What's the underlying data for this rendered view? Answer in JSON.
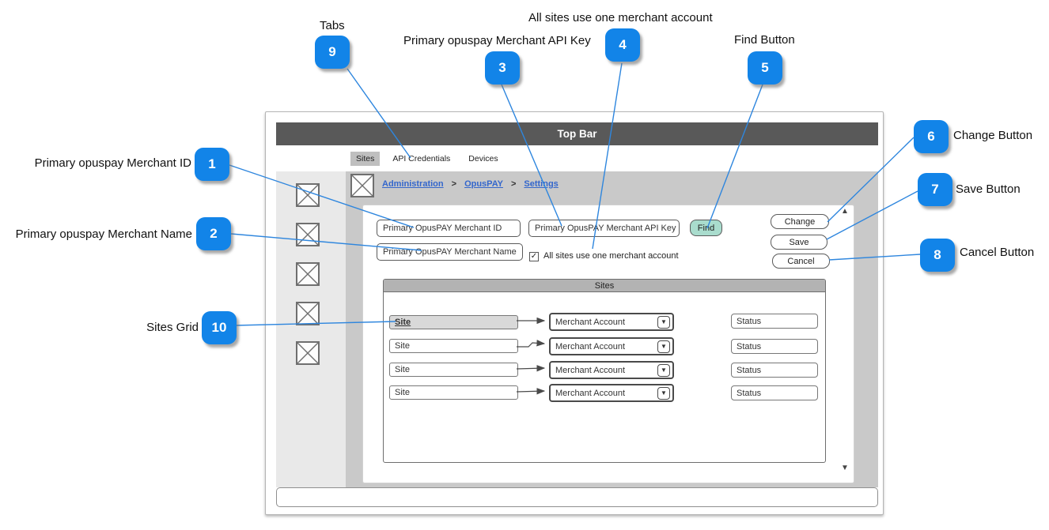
{
  "callouts": [
    {
      "number": "1",
      "label": "Primary opuspay Merchant ID"
    },
    {
      "number": "2",
      "label": "Primary opuspay Merchant Name"
    },
    {
      "number": "3",
      "label": "Primary opuspay Merchant API Key"
    },
    {
      "number": "4",
      "label": "All sites use one merchant account"
    },
    {
      "number": "5",
      "label": "Find Button"
    },
    {
      "number": "6",
      "label": "Change Button"
    },
    {
      "number": "7",
      "label": "Save Button"
    },
    {
      "number": "8",
      "label": "Cancel Button"
    },
    {
      "number": "9",
      "label": "Tabs"
    },
    {
      "number": "10",
      "label": "Sites Grid"
    }
  ],
  "window": {
    "top_bar_title": "Top Bar",
    "tabs": [
      {
        "label": "Sites",
        "selected": true
      },
      {
        "label": "API Credentials",
        "selected": false
      },
      {
        "label": "Devices",
        "selected": false
      }
    ],
    "breadcrumb": {
      "items": [
        "Administration",
        "OpusPAY",
        "Settings"
      ],
      "separator": ">"
    },
    "form": {
      "merchant_id_text": "Primary OpusPAY Merchant ID",
      "merchant_api_key_text": "Primary OpusPAY Merchant API Key",
      "merchant_name_text": "Primary OpusPAY Merchant Name",
      "find_label": "Find",
      "checkbox_label": "All sites use one merchant account",
      "checkbox_checked": true,
      "checkbox_glyph": "✓",
      "change_label": "Change",
      "save_label": "Save",
      "cancel_label": "Cancel"
    },
    "grid": {
      "title": "Sites",
      "rows": [
        {
          "site": "Site",
          "account": "Merchant Account",
          "status": "Status",
          "selected": true
        },
        {
          "site": "Site",
          "account": "Merchant Account",
          "status": "Status",
          "selected": false
        },
        {
          "site": "Site",
          "account": "Merchant Account",
          "status": "Status",
          "selected": false
        },
        {
          "site": "Site",
          "account": "Merchant Account",
          "status": "Status",
          "selected": false
        }
      ]
    },
    "icons": {
      "scroll_up": "▲",
      "scroll_down": "▼",
      "dropdown": "▼"
    }
  },
  "colors": {
    "badge_blue": "#1284e8",
    "line_blue": "#2e86de",
    "find_teal": "#a9dccd",
    "topbar_gray": "#595959",
    "link_blue": "#3366cc"
  }
}
